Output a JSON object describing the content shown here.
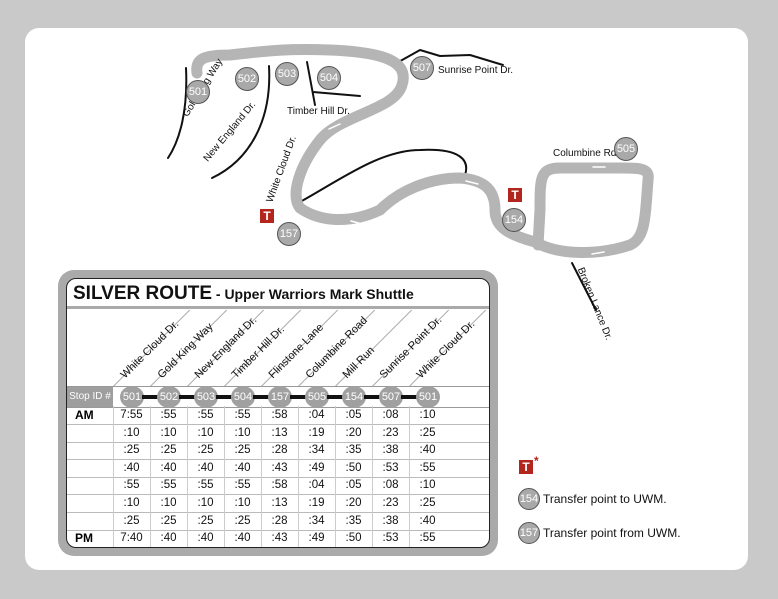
{
  "map": {
    "streets": {
      "gold_king": "Gold King Way",
      "new_england": "New England Dr.",
      "timber_hill": "Timber Hill Dr.",
      "white_cloud": "White Cloud Dr.",
      "sunrise_point": "Sunrise Point  Dr.",
      "columbine": "Columbine Rd.",
      "broken_lance": "Broken Lance Dr."
    },
    "stops": {
      "s501": "501",
      "s502": "502",
      "s503": "503",
      "s504": "504",
      "s507": "507",
      "s157": "157",
      "s154": "154",
      "s505": "505"
    },
    "transfer_symbol": "T"
  },
  "schedule": {
    "title": "SILVER  ROUTE",
    "subtitle": " - Upper Warriors Mark Shuttle",
    "stop_id_label": "Stop ID #",
    "stops": [
      {
        "name": "White Cloud Dr.",
        "id": "501"
      },
      {
        "name": "Gold King Way",
        "id": "502"
      },
      {
        "name": "New England Dr.",
        "id": "503"
      },
      {
        "name": "Timber Hill Dr.",
        "id": "504"
      },
      {
        "name": "Flinstone Lane",
        "id": "157"
      },
      {
        "name": "Columbine Road",
        "id": "505"
      },
      {
        "name": "Mill Run",
        "id": "154"
      },
      {
        "name": "Sunrise Point Dr.",
        "id": "507"
      },
      {
        "name": "White Cloud Dr.",
        "id": "501"
      }
    ],
    "rows": [
      {
        "period": "AM",
        "times": [
          "7:55",
          ":55",
          ":55",
          ":55",
          ":58",
          ":04",
          ":05",
          ":08",
          ":10"
        ]
      },
      {
        "period": "",
        "times": [
          ":10",
          ":10",
          ":10",
          ":10",
          ":13",
          ":19",
          ":20",
          ":23",
          ":25"
        ]
      },
      {
        "period": "",
        "times": [
          ":25",
          ":25",
          ":25",
          ":25",
          ":28",
          ":34",
          ":35",
          ":38",
          ":40"
        ]
      },
      {
        "period": "",
        "times": [
          ":40",
          ":40",
          ":40",
          ":40",
          ":43",
          ":49",
          ":50",
          ":53",
          ":55"
        ]
      },
      {
        "period": "",
        "times": [
          ":55",
          ":55",
          ":55",
          ":55",
          ":58",
          ":04",
          ":05",
          ":08",
          ":10"
        ]
      },
      {
        "period": "",
        "times": [
          ":10",
          ":10",
          ":10",
          ":10",
          ":13",
          ":19",
          ":20",
          ":23",
          ":25"
        ]
      },
      {
        "period": "",
        "times": [
          ":25",
          ":25",
          ":25",
          ":25",
          ":28",
          ":34",
          ":35",
          ":38",
          ":40"
        ]
      },
      {
        "period": "PM",
        "times": [
          "7:40",
          ":40",
          ":40",
          ":40",
          ":43",
          ":49",
          ":50",
          ":53",
          ":55"
        ]
      }
    ]
  },
  "legend": {
    "symbol": "T",
    "asterisk": "*",
    "items": [
      {
        "id": "154",
        "text": "Transfer point to UWM."
      },
      {
        "id": "157",
        "text": "Transfer point from UWM."
      }
    ]
  },
  "colors": {
    "road": "#b5b5b5",
    "transfer": "#b3261e",
    "stop": "#a9a9a9"
  }
}
